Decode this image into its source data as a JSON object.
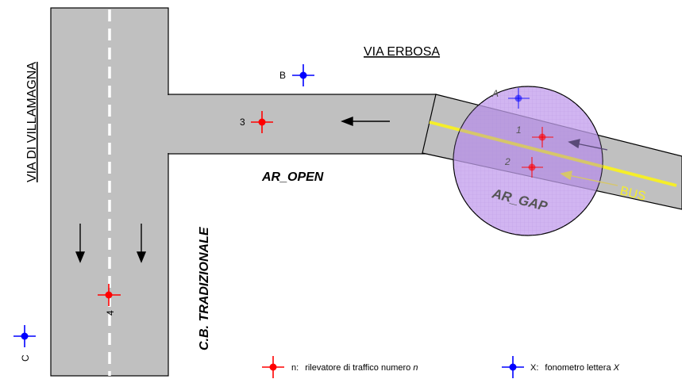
{
  "streets": {
    "vertical": "VIA DI VILLAMAGNA",
    "horizontal": "VIA ERBOSA",
    "bus_lane": "BUS"
  },
  "areas": {
    "open": "AR_OPEN",
    "gap": "AR_GAP",
    "side": "C.B. TRADIZIONALE"
  },
  "traffic_detectors": [
    "1",
    "2",
    "3",
    "4"
  ],
  "sound_meters": [
    "A",
    "B",
    "C"
  ],
  "legend": {
    "detector_prefix": "n:",
    "detector_text": "rilevatore di traffico numero ",
    "detector_var": "n",
    "meter_prefix": "X:",
    "meter_text": "fonometro lettera ",
    "meter_var": "X"
  },
  "colors": {
    "road": "#c0c0c0",
    "detector": "#ff0000",
    "meter": "#0000ff",
    "gap_area": "#c9a8ee",
    "bus_lane": "#f5ee2a"
  }
}
